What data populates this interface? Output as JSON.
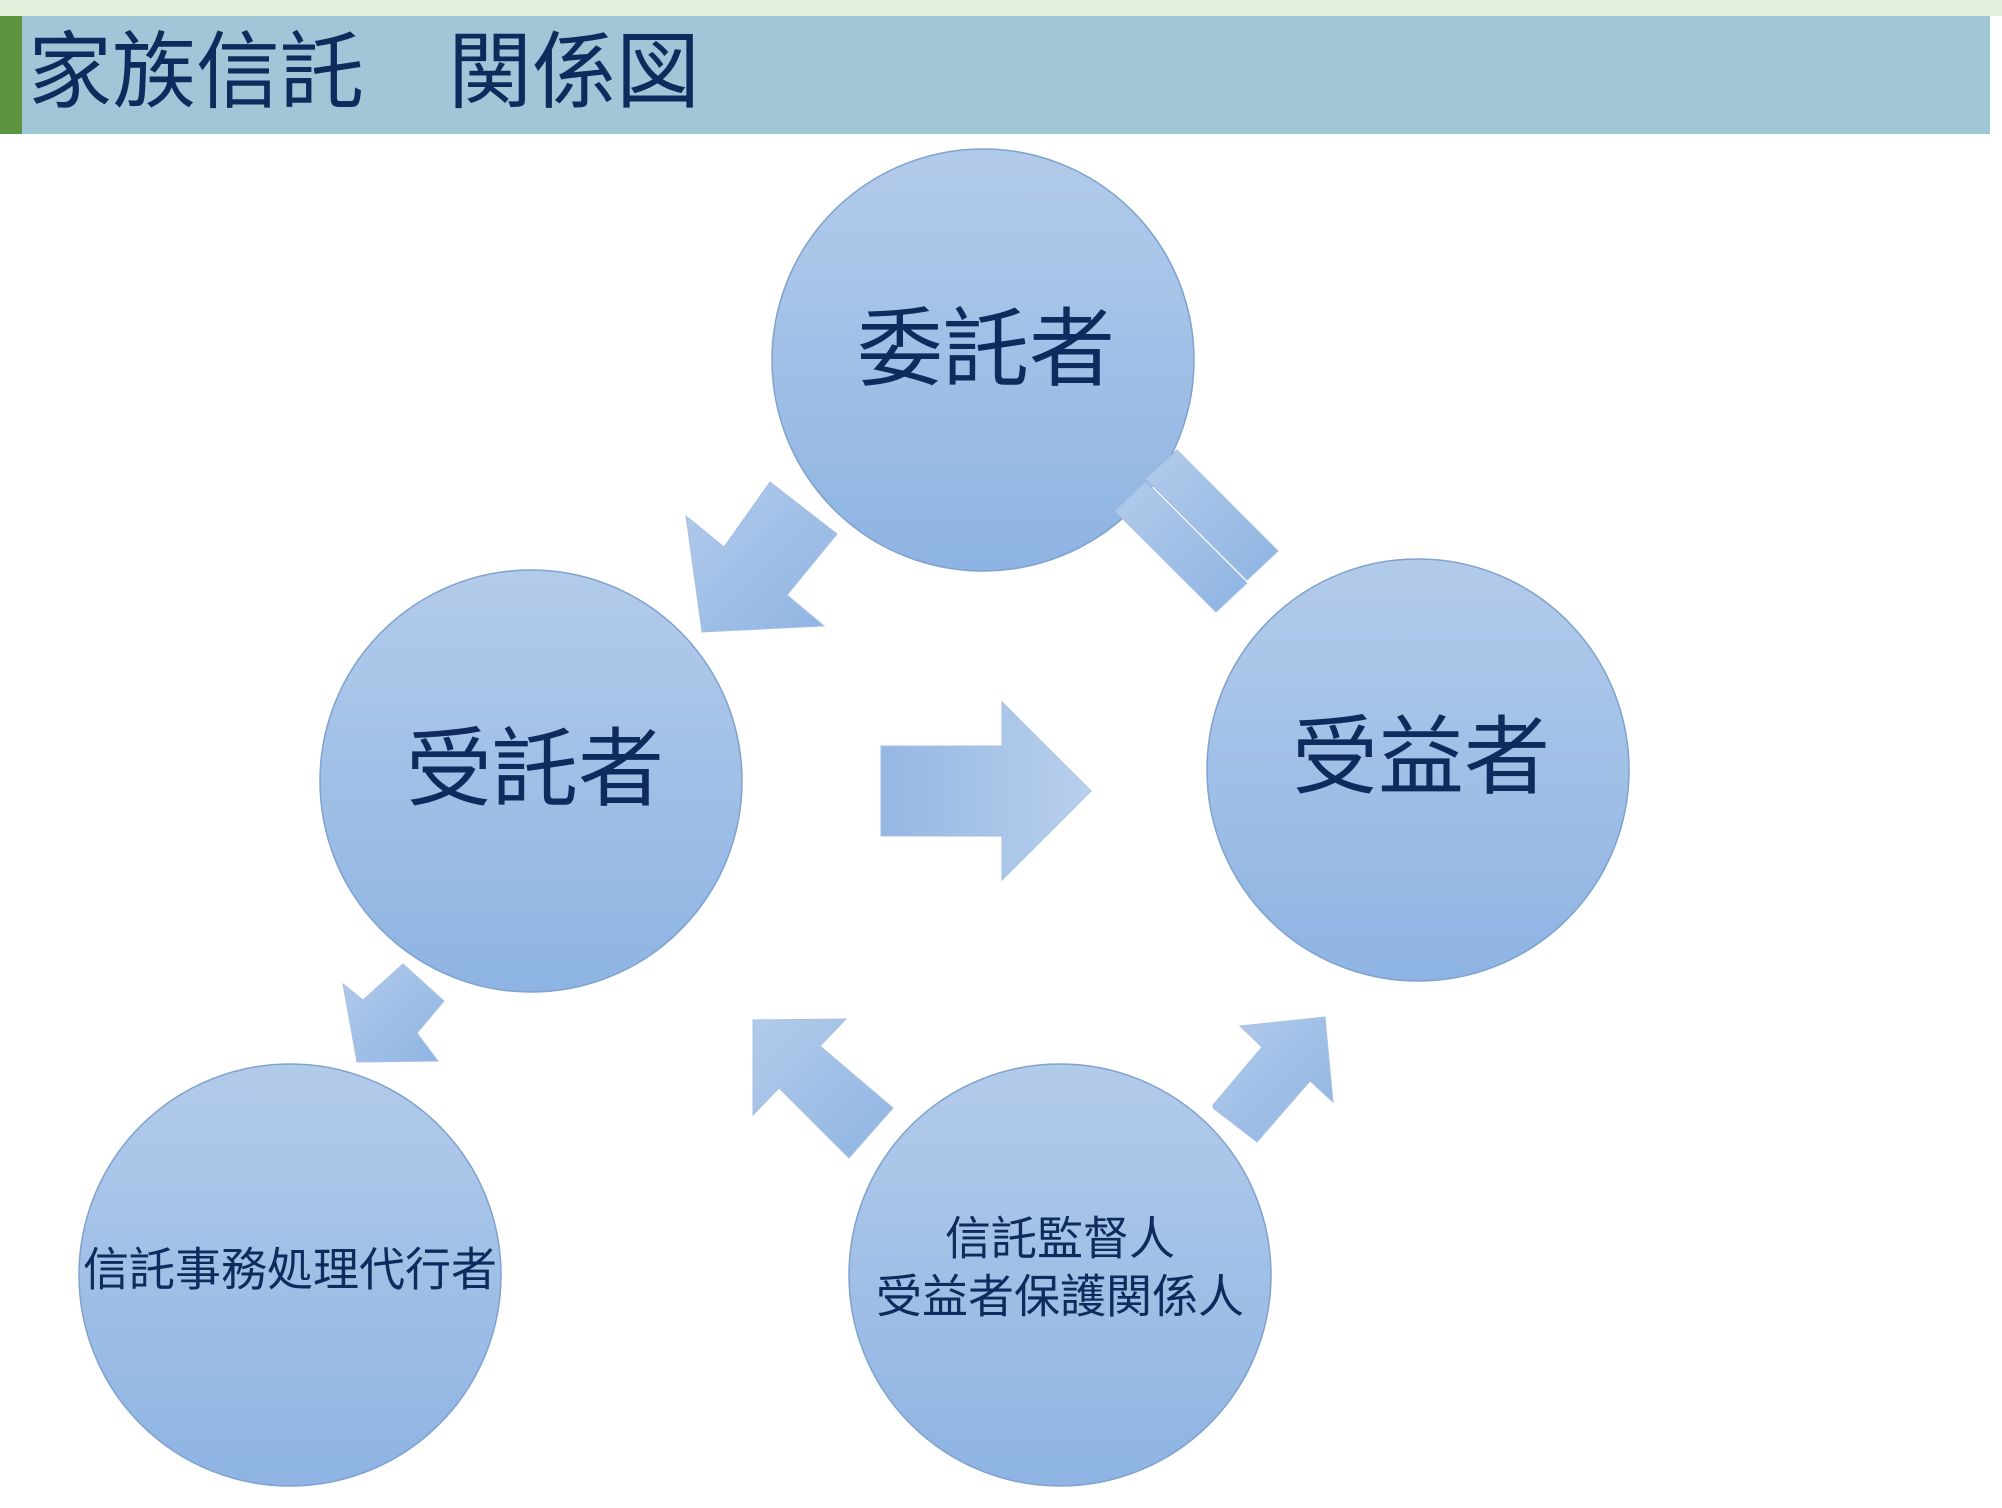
{
  "title": "家族信託　関係図",
  "nodes": {
    "settlor": {
      "label": "委託者"
    },
    "trustee": {
      "label": "受託者"
    },
    "beneficiary": {
      "label": "受益者"
    },
    "administrator": {
      "label": "信託事務処理代行者"
    },
    "supervisor": {
      "line1": "信託監督人",
      "line2": "受益者保護関係人"
    }
  },
  "colors": {
    "title_bar": "#a0c6d8",
    "title_accent": "#5d9440",
    "top_strip": "#e4efdb",
    "node_fill_top": "#b3cbea",
    "node_fill_bottom": "#8eb4e3",
    "text": "#0f2a5c"
  }
}
